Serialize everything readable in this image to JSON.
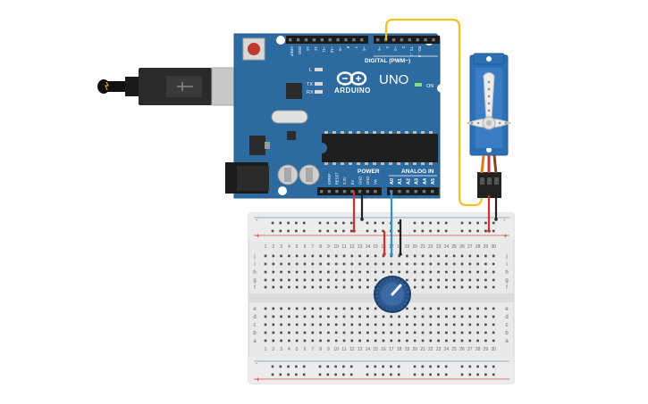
{
  "board": {
    "logo_text": "ARDUINO",
    "model": "UNO",
    "digital_label": "DIGITAL (PWM~)",
    "power_label": "POWER",
    "analog_label": "ANALOG IN",
    "on_label": "ON",
    "led_labels": [
      "L",
      "TX",
      "RX"
    ],
    "top_header_labels": [
      "AREF",
      "GND",
      "13",
      "12",
      "~11",
      "~10",
      "~9",
      "8",
      "7",
      "~6",
      "~5",
      "4",
      "~3",
      "2",
      "TX→1",
      "RX←0"
    ],
    "power_pin_labels": [
      "IOREF",
      "RESET",
      "3.3V",
      "5V",
      "GND",
      "GND",
      "Vin"
    ],
    "analog_pin_labels": [
      "A0",
      "A1",
      "A2",
      "A3",
      "A4",
      "A5"
    ]
  },
  "breadboard": {
    "column_numbers": [
      "1",
      "2",
      "3",
      "4",
      "5",
      "6",
      "7",
      "8",
      "9",
      "10",
      "11",
      "12",
      "13",
      "14",
      "15",
      "16",
      "17",
      "18",
      "19",
      "20",
      "21",
      "22",
      "23",
      "24",
      "25",
      "26",
      "27",
      "28",
      "29",
      "30"
    ],
    "top_row_letters": [
      "j",
      "i",
      "h",
      "g",
      "f"
    ],
    "bottom_row_letters": [
      "e",
      "d",
      "c",
      "b",
      "a"
    ],
    "rail_minus": "-",
    "rail_plus": "+"
  },
  "colors": {
    "board": "#2c6aa0",
    "wire_red": "#d0312d",
    "wire_black": "#222222",
    "wire_blue": "#2f8fd8",
    "wire_yellow": "#f2c21b",
    "wire_orange": "#e07a1f",
    "wire_brown": "#7a4a22",
    "servo": "#2b6fb5",
    "pot": "#2e5a92"
  },
  "icons": {
    "usb_cable": "usb-cable-icon",
    "servo": "servo-motor-icon",
    "potentiometer": "potentiometer-icon"
  }
}
